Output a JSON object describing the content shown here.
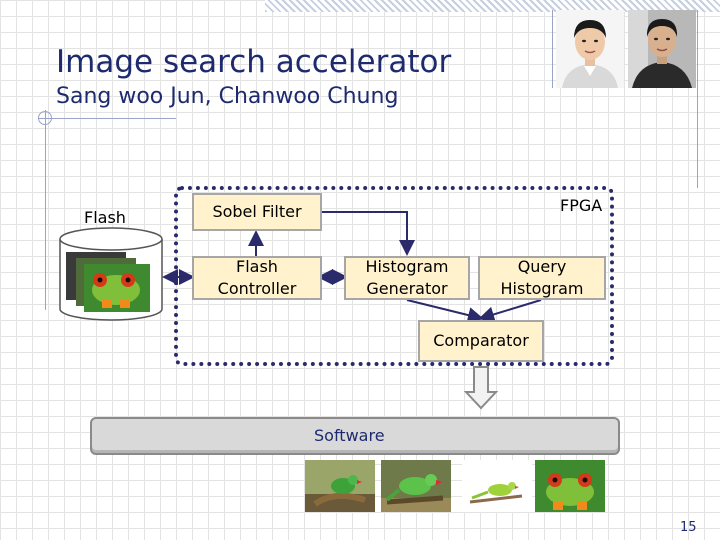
{
  "slide": {
    "title": "Image search accelerator",
    "authors": "Sang woo Jun, Chanwoo Chung",
    "page_number": "15"
  },
  "diagram": {
    "flash_label": "Flash",
    "fpga_label": "FPGA",
    "sobel_filter": "Sobel Filter",
    "flash_controller": "Flash\nController",
    "histogram_generator": "Histogram\nGenerator",
    "query_histogram": "Query\nHistogram",
    "comparator": "Comparator",
    "software": "Software"
  },
  "colors": {
    "title": "#1e2a6e",
    "box_fill": "#fff2cc",
    "box_border": "#a6a6a6",
    "fpga_border": "#2b2b6b",
    "arrow": "#2b2b6b",
    "software_bar": "#d9d9d9"
  },
  "images": {
    "portraits": [
      "portrait-photo",
      "portrait-photo"
    ],
    "thumbnails": [
      "parrot-photo",
      "parrot-photo",
      "parrot-photo",
      "frog-photo"
    ],
    "flash_contents": "frog-photo"
  }
}
